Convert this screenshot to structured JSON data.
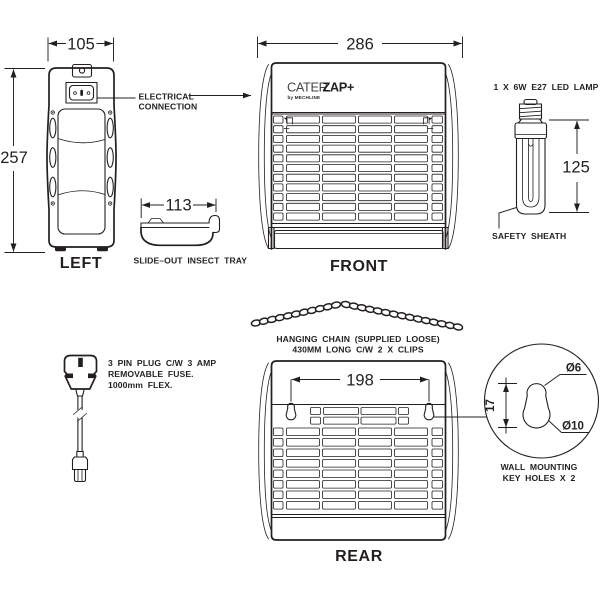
{
  "colors": {
    "ink": "#231f20",
    "paper": "#ffffff"
  },
  "left_view": {
    "label": "LEFT",
    "width_dim": "105",
    "height_dim": "257"
  },
  "electrical_callout": {
    "line1": "ELECTRICAL",
    "line2": "CONNECTION"
  },
  "tray": {
    "width_dim": "113",
    "label": "SLIDE–OUT INSECT TRAY"
  },
  "front_view": {
    "label": "FRONT",
    "width_dim": "286",
    "logo_light": "CATER",
    "logo_bold": "ZAP+",
    "logo_sub": "by MECHLINE"
  },
  "lamp": {
    "title": "1 X 6W E27 LED LAMP",
    "height_dim": "125",
    "sheath_label": "SAFETY SHEATH"
  },
  "chain": {
    "line1": "HANGING CHAIN (SUPPLIED LOOSE)",
    "line2": "430MM LONG C/W 2 X CLIPS"
  },
  "plug": {
    "line1": "3 PIN PLUG C/W 3 AMP",
    "line2": "REMOVABLE FUSE.",
    "line3": "1000mm FLEX."
  },
  "rear_view": {
    "label": "REAR",
    "keyhole_spacing_dim": "198"
  },
  "mounting_detail": {
    "small_dia": "Ø6",
    "large_dia": "Ø10",
    "height_dim": "17",
    "line1": "WALL MOUNTING",
    "line2": "KEY HOLES X 2"
  }
}
